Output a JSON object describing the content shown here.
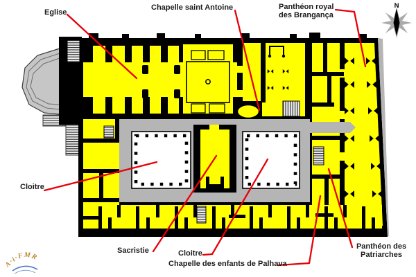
{
  "diagram": {
    "type": "architectural-floor-plan",
    "labels": {
      "eglise": "Eglise",
      "chapelle_saint_antoine": "Chapelle saint Antoine",
      "pantheon_royal_line1": "Panthéon royal",
      "pantheon_royal_line2": "des Brangança",
      "cloitre_left": "Cloitre",
      "sacristie": "Sacristie",
      "cloitre_bottom": "Cloitre",
      "chapelle_palhava": "Chapelle des enfants de Palhava",
      "pantheon_patriarches_line1": "Panthéon des",
      "pantheon_patriarches_line2": "Patriarches"
    },
    "compass": {
      "north": "N"
    },
    "watermark": {
      "arc_text": "A·i·FMR"
    },
    "colors": {
      "room": "#ffff00",
      "wall": "#000000",
      "cloister_walkway": "#b5b5b5",
      "courtyard": "#ffffff",
      "leader_line": "#e80009",
      "background": "#ffffff"
    }
  }
}
